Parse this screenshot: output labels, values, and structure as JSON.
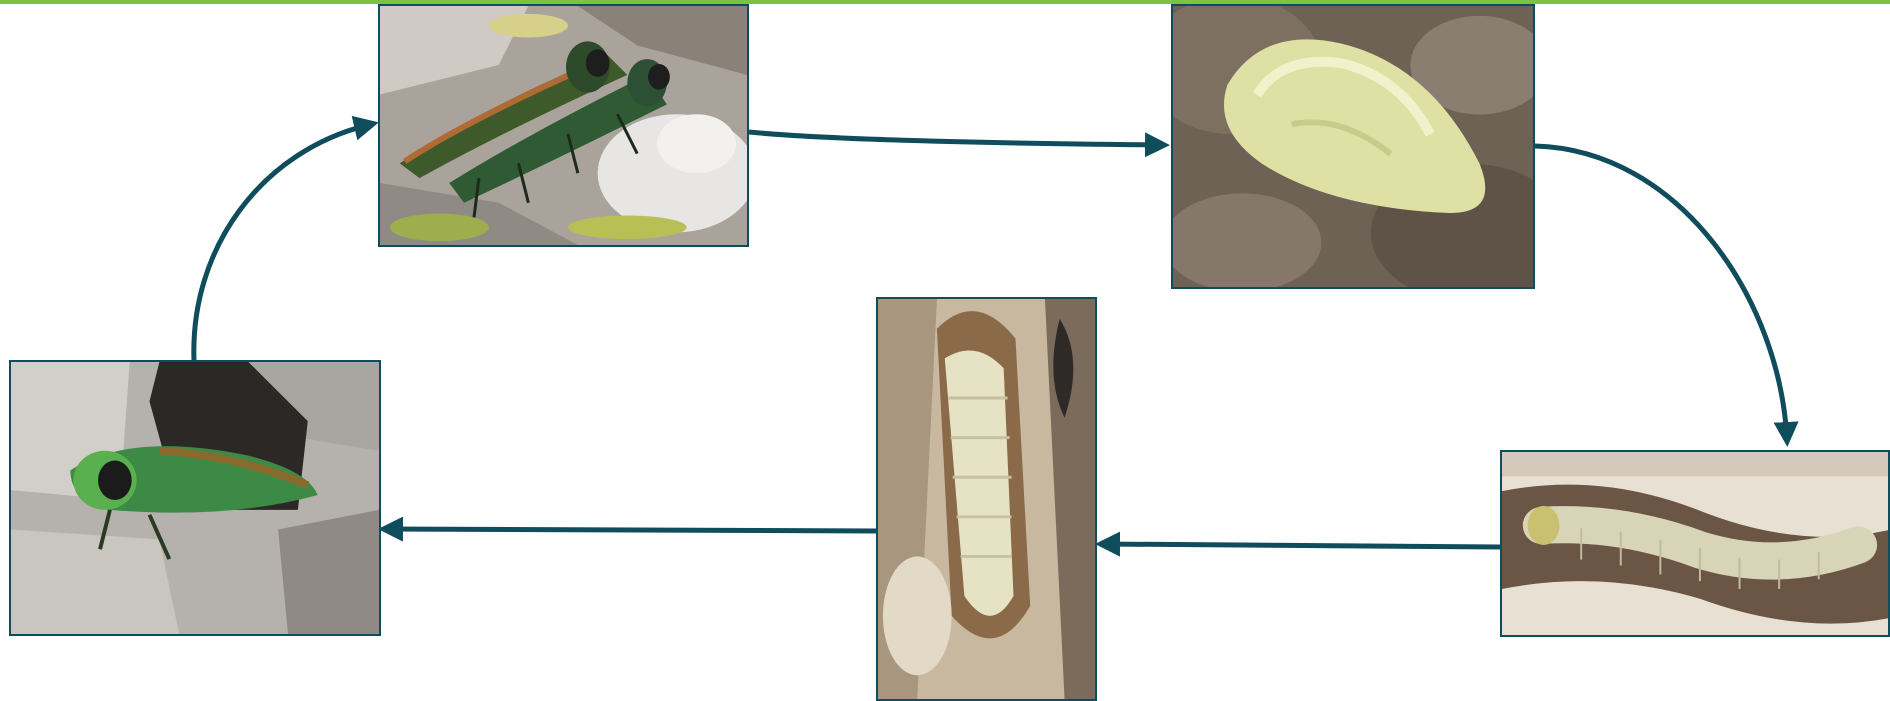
{
  "diagram": {
    "type": "life-cycle",
    "accent_color": "#7dc242",
    "arrow_color": "#0f4c5c",
    "frame_color": "#0f4c5c",
    "stages": [
      {
        "id": "adults-mating",
        "icon": "mating-beetles-photo"
      },
      {
        "id": "egg",
        "icon": "egg-photo"
      },
      {
        "id": "larva",
        "icon": "larva-in-gallery-photo"
      },
      {
        "id": "pupa",
        "icon": "pupa-in-chamber-photo"
      },
      {
        "id": "adult-emerging",
        "icon": "emerging-beetle-photo"
      }
    ],
    "cycle_order": [
      "adults-mating",
      "egg",
      "larva",
      "pupa",
      "adult-emerging",
      "adults-mating"
    ]
  }
}
